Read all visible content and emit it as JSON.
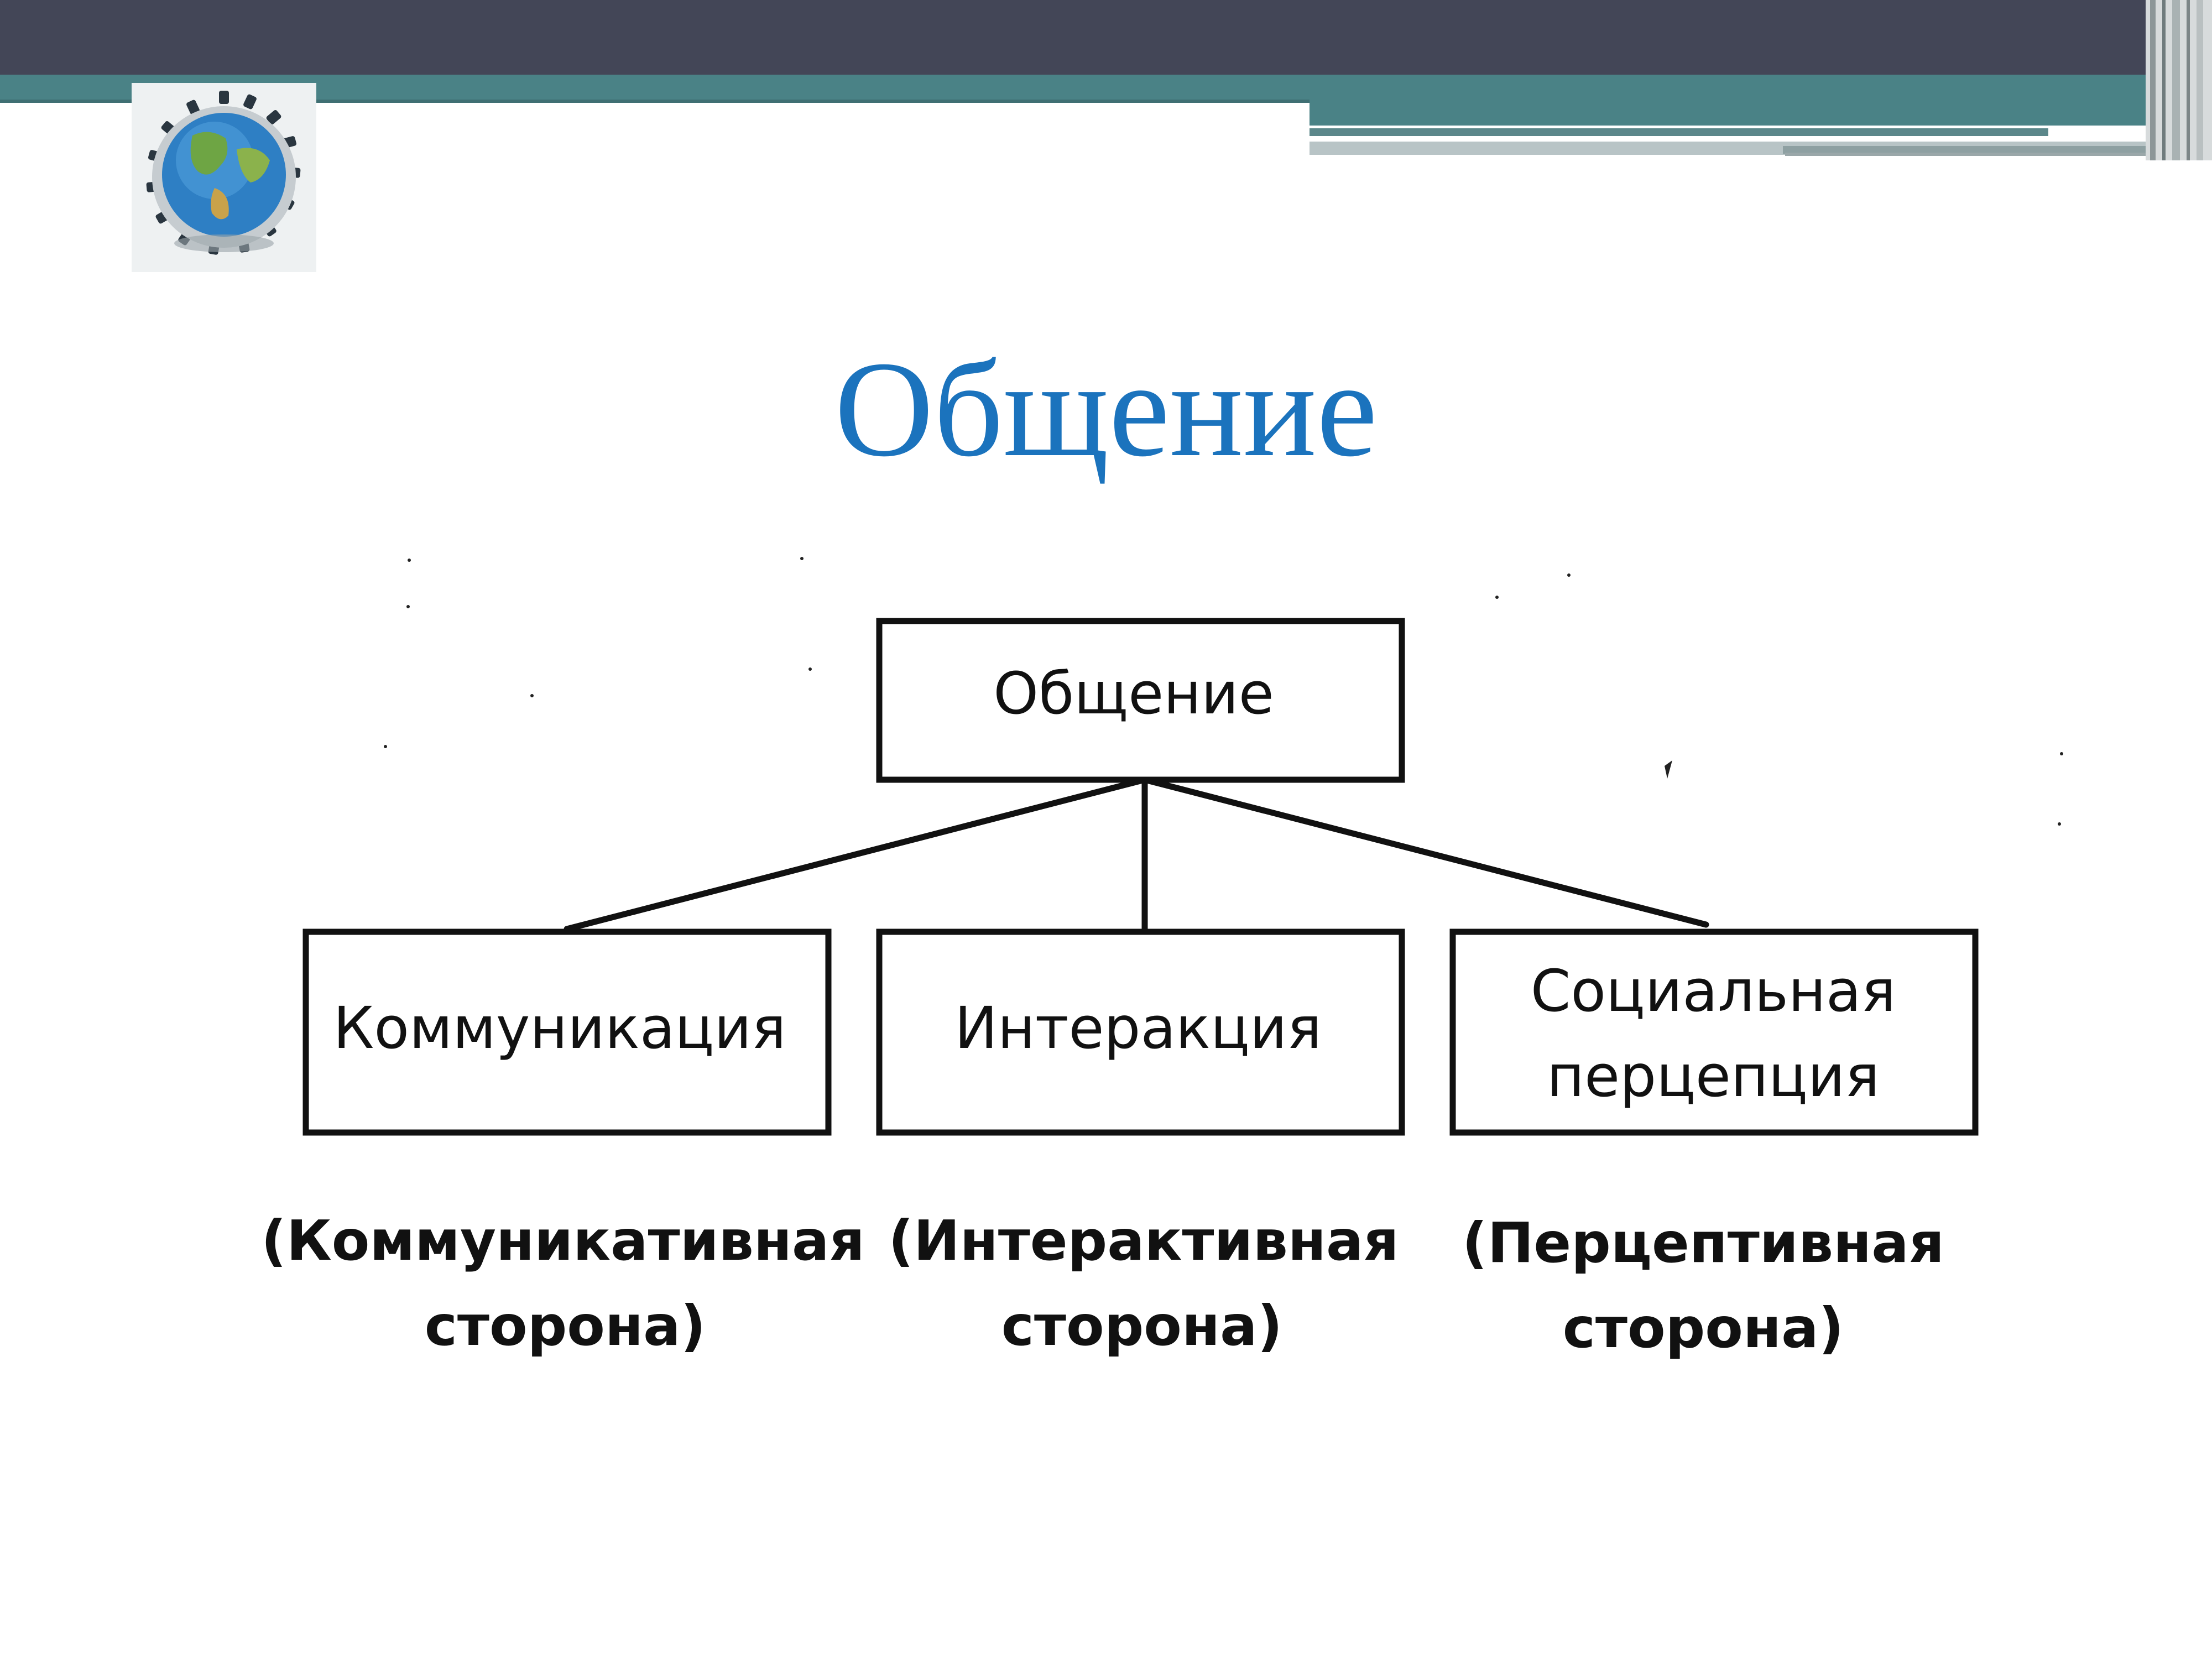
{
  "slide": {
    "title": "Общение"
  },
  "diagram": {
    "root": "Общение",
    "children": [
      {
        "label_lines": [
          "Коммуникация"
        ],
        "caption_lines": [
          "(Коммуникативная",
          "сторона)"
        ]
      },
      {
        "label_lines": [
          "Интеракция"
        ],
        "caption_lines": [
          "(Интерактивная",
          "сторона)"
        ]
      },
      {
        "label_lines": [
          "Социальная",
          "перцепция"
        ],
        "caption_lines": [
          "(Перцептивная",
          "сторона)"
        ]
      }
    ]
  },
  "colors": {
    "title": "#1b73bd",
    "top_bar": "#434657",
    "accent_band": "#4a8286",
    "line": "#111111"
  },
  "icons": {
    "logo": "globe-round-table-icon"
  }
}
